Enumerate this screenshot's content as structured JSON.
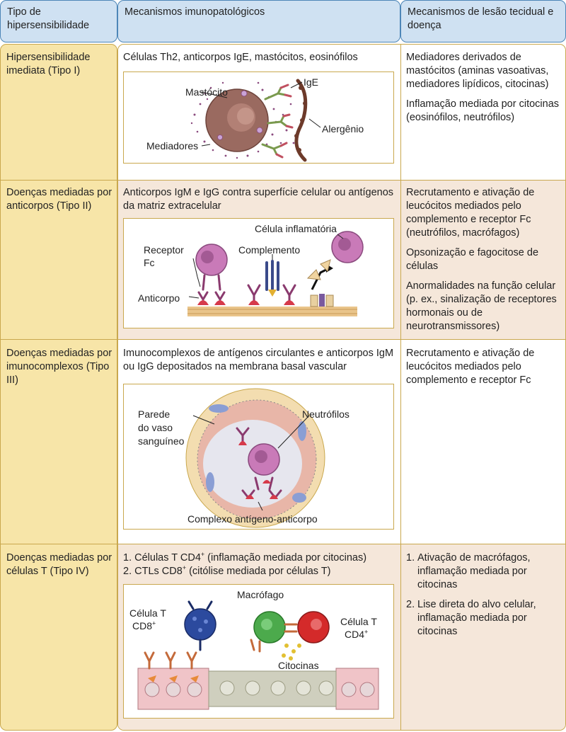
{
  "header": {
    "col1": "Tipo de hipersensibilidade",
    "col2": "Mecanismos imunopatológicos",
    "col3": "Mecanismos de lesão tecidual e doença"
  },
  "rows": [
    {
      "type": "Hipersensibilidade imediata (Tipo I)",
      "mechanism": "Células Th2, anticorpos IgE, mastócitos, eosinófilos",
      "figure_labels": {
        "mast": "Mastócito",
        "ige": "IgE",
        "allergen": "Alergênio",
        "mediators": "Mediadores"
      },
      "damage": [
        "Mediadores derivados de mastócitos (aminas vasoativas, mediadores lipídicos, citocinas)",
        "Inflamação mediada por citocinas (eosinófilos, neutrófilos)"
      ]
    },
    {
      "type": "Doenças mediadas por anticorpos (Tipo II)",
      "mechanism": "Anticorpos IgM e IgG contra superfície celular ou antígenos da matriz extracelular",
      "figure_labels": {
        "inflam_cell": "Célula inflamatória",
        "receptor": "Receptor",
        "fc": "Fc",
        "complement": "Complemento",
        "antibody": "Anticorpo"
      },
      "damage": [
        "Recrutamento e ativação de leucócitos mediados pelo complemento e receptor Fc (neutrófilos, macrófagos)",
        "Opsonização e fagocitose de células",
        "Anormalidades na função celular (p. ex., sinalização de receptores hormonais ou de neurotransmissores)"
      ]
    },
    {
      "type": "Doenças mediadas por imunocomplexos (Tipo III)",
      "mechanism": "Imunocomplexos de antígenos circulantes e anticorpos IgM ou IgG depositados na membrana basal vascular",
      "figure_labels": {
        "wall1": "Parede",
        "wall2": "do vaso",
        "wall3": "sanguíneo",
        "neutrophils": "Neutrófilos",
        "complex": "Complexo antígeno-anticorpo"
      },
      "damage": [
        "Recrutamento e ativação de leucócitos mediados pelo complemento e receptor Fc"
      ]
    },
    {
      "type": "Doenças mediadas por células T (Tipo IV)",
      "mechanism_items": [
        {
          "num": "1.",
          "pre": "Células T CD4",
          "sup": "+",
          "post": " (inflamação mediada por citocinas)"
        },
        {
          "num": "2.",
          "pre": "CTLs CD8",
          "sup": "+",
          "post": " (citólise mediada por células T)"
        }
      ],
      "figure_labels": {
        "macrophage": "Macrófago",
        "cd8_a": "Célula T",
        "cd8_b": "CD8",
        "cd4_a": "Célula T",
        "cd4_b": "CD4",
        "plus": "+",
        "cytokines": "Citocinas"
      },
      "damage_items": [
        {
          "num": "1.",
          "text": "Ativação de macrófagos, inflamação mediada por citocinas"
        },
        {
          "num": "2.",
          "text": "Lise direta do alvo celular, inflamação mediada por citocinas"
        }
      ]
    }
  ]
}
